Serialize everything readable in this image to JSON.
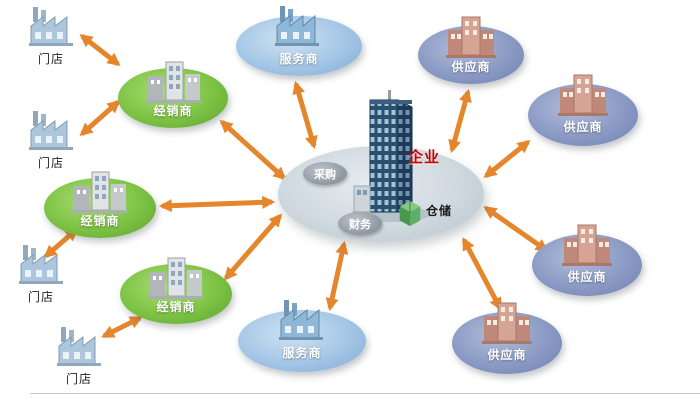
{
  "nodes": {
    "center": {
      "label": "企业",
      "procurement": "采购",
      "finance": "财务",
      "warehouse": "仓储"
    },
    "stores": [
      {
        "label": "门店"
      },
      {
        "label": "门店"
      },
      {
        "label": "门店"
      },
      {
        "label": "门店"
      }
    ],
    "distributors": [
      {
        "label": "经销商"
      },
      {
        "label": "经销商"
      },
      {
        "label": "经销商"
      }
    ],
    "services": [
      {
        "label": "服务商"
      },
      {
        "label": "服务商"
      }
    ],
    "suppliers": [
      {
        "label": "供应商"
      },
      {
        "label": "供应商"
      },
      {
        "label": "供应商"
      },
      {
        "label": "供应商"
      }
    ]
  },
  "colors": {
    "arrow": "#e5862d",
    "distributor_ellipse": "#7cc244",
    "service_ellipse": "#a4c6e6",
    "supplier_ellipse": "#8a9ac4",
    "platform_ellipse": "#cfd9df",
    "enterprise_text": "#cc0000"
  }
}
